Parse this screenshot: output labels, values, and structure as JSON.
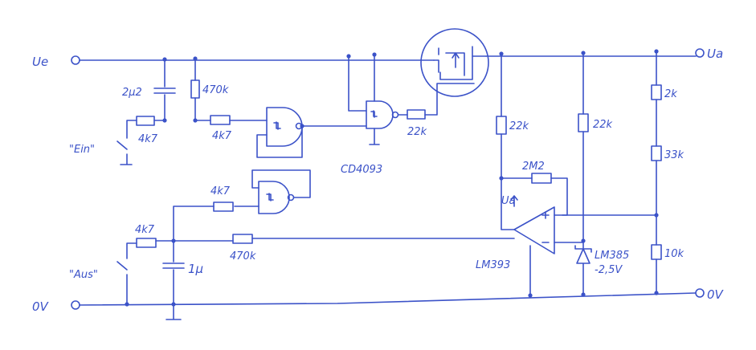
{
  "terminals": {
    "ue": "Ue",
    "zero_left": "0V",
    "ua": "Ua",
    "zero_right": "0V"
  },
  "components": {
    "c_2u2": "2µ2",
    "r_470k_top": "470k",
    "r_4k7_ein": "4k7",
    "r_4k7_mid": "4k7",
    "r_4k7_lower": "4k7",
    "r_4k7_aus": "4k7",
    "r_470k_bottom": "470k",
    "c_1u": "1µ",
    "r_22k_gate": "22k",
    "r_22k_a": "22k",
    "r_22k_b": "22k",
    "r_2m2": "2M2",
    "r_2k": "2k",
    "r_33k": "33k",
    "r_10k": "10k",
    "ic_gates": "CD4093",
    "ic_comp": "LM393",
    "ref_name": "LM385",
    "ref_value": "-2,5V",
    "ua_marker": "Ua"
  },
  "switches": {
    "ein": "\"Ein\"",
    "aus": "\"Aus\""
  }
}
